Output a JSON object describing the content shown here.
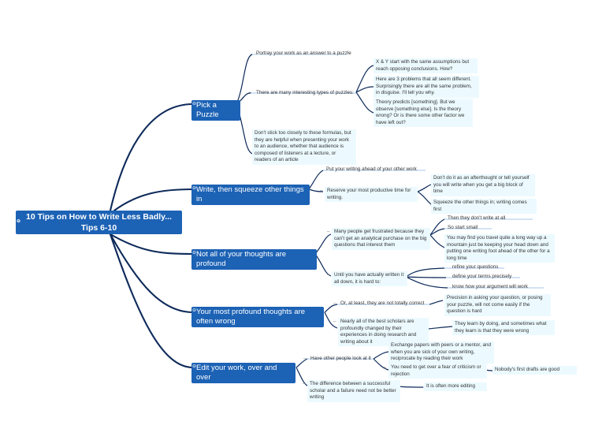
{
  "colors": {
    "topic": "#1c62b5",
    "subtopic_bg": "#ecfaff",
    "link": "#0d2a5a"
  },
  "root": {
    "label": "10 Tips on How to Write Less Badly... Tips 6-10"
  },
  "topics": [
    {
      "label": "Pick a Puzzle",
      "children": [
        {
          "text": "Portray your work as an answer to a puzzle"
        },
        {
          "text": "There are many interesting types of puzzles:",
          "children": [
            {
              "text": "X & Y start with the same assumptions but reach opposing conclusions. How?"
            },
            {
              "text": "Here are 3 problems that all seem different. Surprisingly there are all the same problem, in disguise. I'll tell you why."
            },
            {
              "text": "Theory predicts [something]. But we observe [something else]. Is the theory wrong? Or is there some other factor we have left out?"
            }
          ]
        },
        {
          "text": "Don't stick too closely to these formulas, but they are helpful when presenting your work to an audience, whether that audience is composed of listeners at a lecture, or readers of an article"
        }
      ]
    },
    {
      "label": "Write, then squeeze other things in",
      "children": [
        {
          "text": "Put your writing ahead of your other work"
        },
        {
          "text": "Reserve your most productive time for writing.",
          "children": [
            {
              "text": "Don't do it as an afterthought or tell yourself you will write when you get a big block of time"
            },
            {
              "text": "Squeeze the other things in; writing comes first"
            }
          ]
        }
      ]
    },
    {
      "label": "Not all of your thoughts are profound",
      "children": [
        {
          "text": "Many people get frustrated because they can't get an analytical purchase on the big questions that interest them",
          "children": [
            {
              "text": "Then they don't write at all"
            },
            {
              "text": "So start small"
            },
            {
              "text": "You may find you travel quite a long way up a mountain just be keeping your head down and putting one writing foot ahead of the other for a long time"
            }
          ]
        },
        {
          "text": "Until you have actually written it all down, it is hard to:",
          "children": [
            {
              "text": "refine your questions"
            },
            {
              "text": "define your terms precisely"
            },
            {
              "text": "know how your argument will work"
            }
          ]
        }
      ]
    },
    {
      "label": "Your most profound thoughts are often wrong",
      "children": [
        {
          "text": "Or, at least, they are not totally correct",
          "children": [
            {
              "text": "Precision in asking your question, or posing your puzzle, will not come easily if the question is hard"
            }
          ]
        },
        {
          "text": "Nearly all of the best scholars are profoundly changed by their experiences in doing research and writing about it",
          "children": [
            {
              "text": "They learn by doing, and sometimes what they learn is that they were wrong"
            }
          ]
        }
      ]
    },
    {
      "label": "Edit your work, over and over",
      "children": [
        {
          "text": "Have other people look at it",
          "children": [
            {
              "text": "Exchange papers with peers or a mentor, and when you are sick of your own writing, reciprocate by reading their work"
            },
            {
              "text": "You need to get over a fear of criticism or rejection",
              "children": [
                {
                  "text": "Nobody's first drafts are good"
                }
              ]
            }
          ]
        },
        {
          "text": "The difference between a successful scholar and a failure need not be better writing",
          "children": [
            {
              "text": "It is often more editing"
            }
          ]
        }
      ]
    }
  ]
}
